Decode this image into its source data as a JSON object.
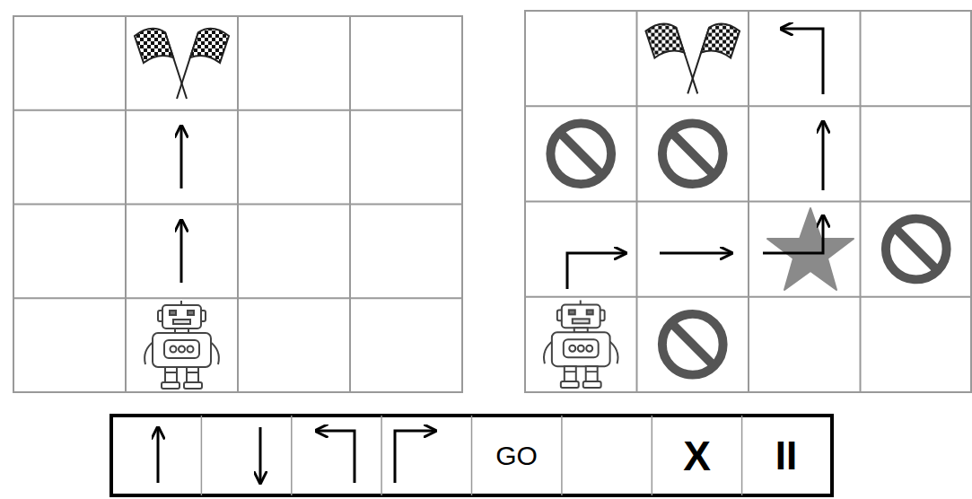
{
  "diagram": {
    "nodes": [
      {
        "text": [
          "GO"
        ]
      },
      {
        "text": [
          "X"
        ]
      },
      {
        "text": [
          "II"
        ]
      }
    ]
  }
}
